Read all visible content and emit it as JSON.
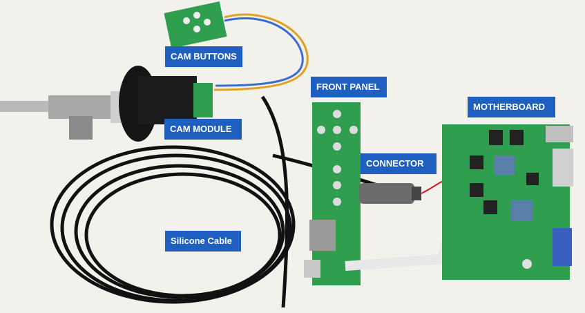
{
  "labels": {
    "cam_buttons": "CAM BUTTONS",
    "front_panel": "FRONT PANEL",
    "motherboard": "MOTHERBOARD",
    "cam_module": "CAM MODULE",
    "connector": "CONNECTOR",
    "silicone_cable": "Silicone Cable"
  },
  "colors": {
    "label_bg": "#1f5fbf",
    "label_text": "#ffffff",
    "pcb_green": "#2f9e4f",
    "background": "#f3f1ec"
  }
}
